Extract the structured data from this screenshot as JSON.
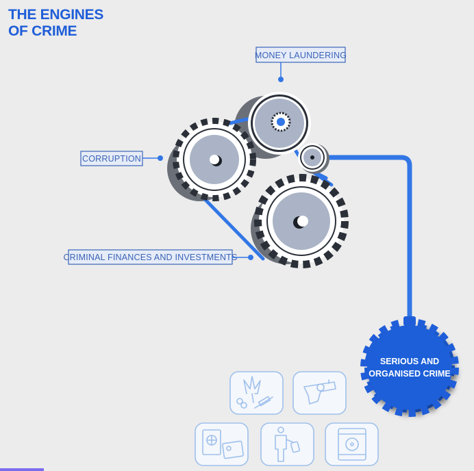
{
  "title": {
    "line1": "THE ENGINES",
    "line2": "OF CRIME"
  },
  "labels": {
    "money_laundering": "MONEY LAUNDERING",
    "corruption": "CORRUPTION",
    "criminal_finances": "CRIMINAL FINANCES AND INVESTMENTS"
  },
  "outcome": {
    "line1": "SERIOUS AND",
    "line2": "ORGANISED CRIME"
  },
  "icons": [
    "drugs-icon",
    "firearms-icon",
    "document-fraud-icon",
    "human-trafficking-icon",
    "hazardous-waste-icon"
  ],
  "colors": {
    "accent": "#1f5ed8",
    "belt": "#3377e6",
    "gear_face": "#aab4c6",
    "gear_shadow": "#6b7078",
    "label_text": "#3a63b8",
    "icon_stroke": "#9fc0ec",
    "background": "#ececec"
  }
}
